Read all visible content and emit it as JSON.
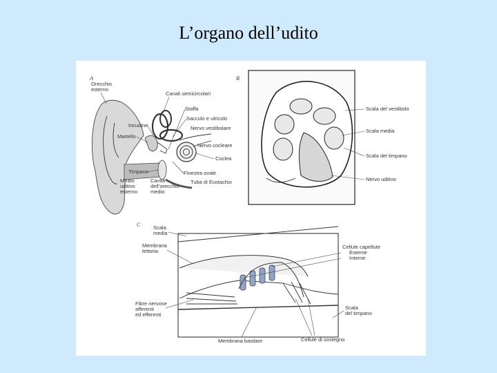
{
  "slide": {
    "title": "L’organo dell’udito"
  },
  "figure": {
    "panels": [
      "A",
      "B",
      "C"
    ],
    "panel_a_labels": {
      "orecchio_esterno": [
        "Orecchio",
        "esterno"
      ],
      "canali_semicircolari": "Canali semicircolari",
      "staffa": "Staffa",
      "sacculo_utricolo": "Sacculo e utricolo",
      "incudine": "Incudine",
      "nervo_vestibolare": "Nervo vestibolare",
      "martello": "Martello",
      "nervo_cocleare": "Nervo cocleare",
      "coclea": "Coclea",
      "timpano": "Timpano",
      "finestra_ovale": "Finestra ovale",
      "meato": [
        "Meato",
        "uditivo",
        "esterno"
      ],
      "cavita": [
        "Cavità",
        "dell’orecchio",
        "medio"
      ],
      "tuba": "Tuba di Eustachio"
    },
    "panel_b_labels": {
      "scala_vestibolo": "Scala del vestibolo",
      "scala_media": "Scala media",
      "scala_timpano": "Scala del timpano",
      "nervo_uditivo": "Nervo uditivo"
    },
    "panel_c_labels": {
      "scala_media": [
        "Scala",
        "media"
      ],
      "membrana_tettoria": [
        "Membrana",
        "tettoria"
      ],
      "cellule_capellute": [
        "Cellule capellute",
        "Esterne",
        "Interne"
      ],
      "fibre_nervose": [
        "Fibre nervose",
        "afferenti",
        "ed efferenti"
      ],
      "scala_timpano": [
        "Scala",
        "del timpano"
      ],
      "membrana_basilare": "Membrana basilare",
      "cellule_sostegno": "Cellule di sostegno"
    }
  }
}
